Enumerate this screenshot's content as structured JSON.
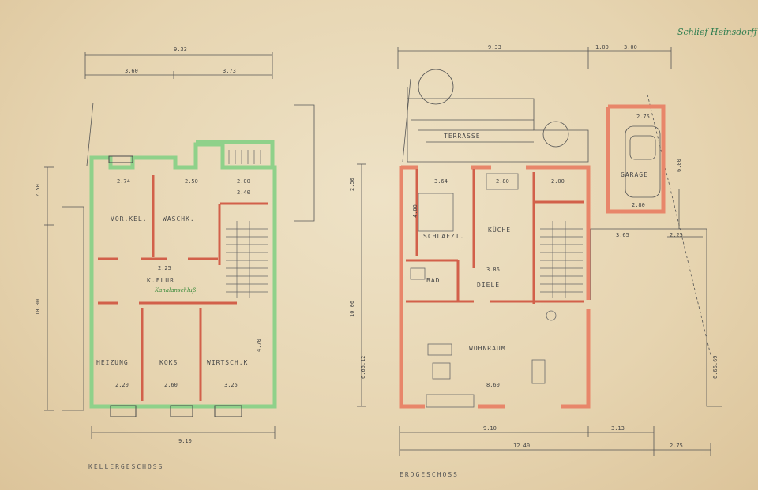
{
  "signature": "Schlief Heinsdorff",
  "floors": [
    {
      "title": "KELLERGESCHOSS",
      "wall_color": "#8fd18a",
      "rooms": [
        "VOR.KEL.",
        "WASCHK.",
        "K.FLUR",
        "HEIZUNG",
        "KOKS",
        "WIRTSCH.K"
      ],
      "note": "Kanalanschluß",
      "dims": {
        "top_total": "9.33",
        "top_a": "3.60",
        "top_b": "3.73",
        "bottom_total": "9.10",
        "left_total": "10.00",
        "left_upper": "2.50",
        "room_w1": "2.74",
        "room_w2": "2.50",
        "room_w3": "2.00",
        "room_w4": "2.40",
        "flur_w": "2.25",
        "bottom_w1": "2.20",
        "bottom_w2": "2.60",
        "bottom_w3": "3.25",
        "right_h": "4.70"
      }
    },
    {
      "title": "ERDGESCHOSS",
      "wall_color": "#e8866a",
      "rooms": [
        "TERRASSE",
        "SCHLAFZI.",
        "KÜCHE",
        "BAD",
        "DIELE",
        "WOHNRAUM",
        "GARAGE"
      ],
      "dims": {
        "top_total": "9.33",
        "top_a": "1.00",
        "top_b": "3.00",
        "bottom_a": "9.10",
        "bottom_b": "3.13",
        "bottom_total": "12.40",
        "bottom_c": "2.75",
        "right_a": "3.65",
        "right_b": "2.25",
        "garage_w": "2.75",
        "garage_h": "6.00",
        "garage_w2": "2.80",
        "left_total": "10.00",
        "left_upper": "2.50",
        "schlaf_w": "3.64",
        "kueche_w": "2.80",
        "flur_w": "2.00",
        "diele_w": "3.86",
        "wohn_w": "8.60",
        "schlaf_h": "4.00",
        "left_side": "6.66.12",
        "right_side": "6.66.69"
      }
    }
  ]
}
